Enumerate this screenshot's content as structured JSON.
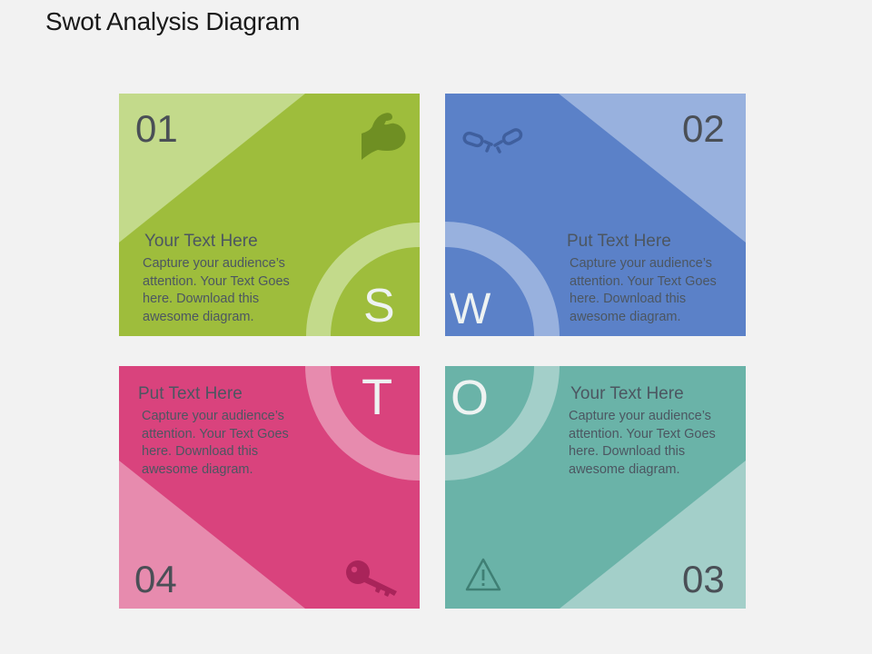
{
  "title": "Swot Analysis Diagram",
  "colors": {
    "background": "#f2f2f2",
    "strengths": "#9ebd3c",
    "strengths_light": "#c3da8b",
    "weaknesses": "#5b81c8",
    "weaknesses_light": "#98b1de",
    "threats": "#d9437d",
    "threats_light": "#e78bae",
    "opportunities": "#6ab3a8",
    "opportunities_light": "#a3cfc9"
  },
  "quadrants": {
    "s": {
      "number": "01",
      "letter": "S",
      "heading": "Your Text Here",
      "body": "Capture your audience’s attention. Your Text Goes here. Download this awesome diagram.",
      "icon": "flexed-arm-icon"
    },
    "w": {
      "number": "02",
      "letter": "W",
      "heading": "Put Text Here",
      "body": "Capture your audience’s attention. Your Text Goes here. Download this awesome diagram.",
      "icon": "broken-chain-icon"
    },
    "o": {
      "number": "03",
      "letter": "O",
      "heading": "Your Text Here",
      "body": "Capture your audience’s attention. Your Text Goes here. Download this awesome diagram.",
      "icon": "warning-icon"
    },
    "t": {
      "number": "04",
      "letter": "T",
      "heading": "Put Text Here",
      "body": "Capture your audience’s attention. Your Text Goes here. Download this awesome diagram.",
      "icon": "key-icon"
    }
  }
}
